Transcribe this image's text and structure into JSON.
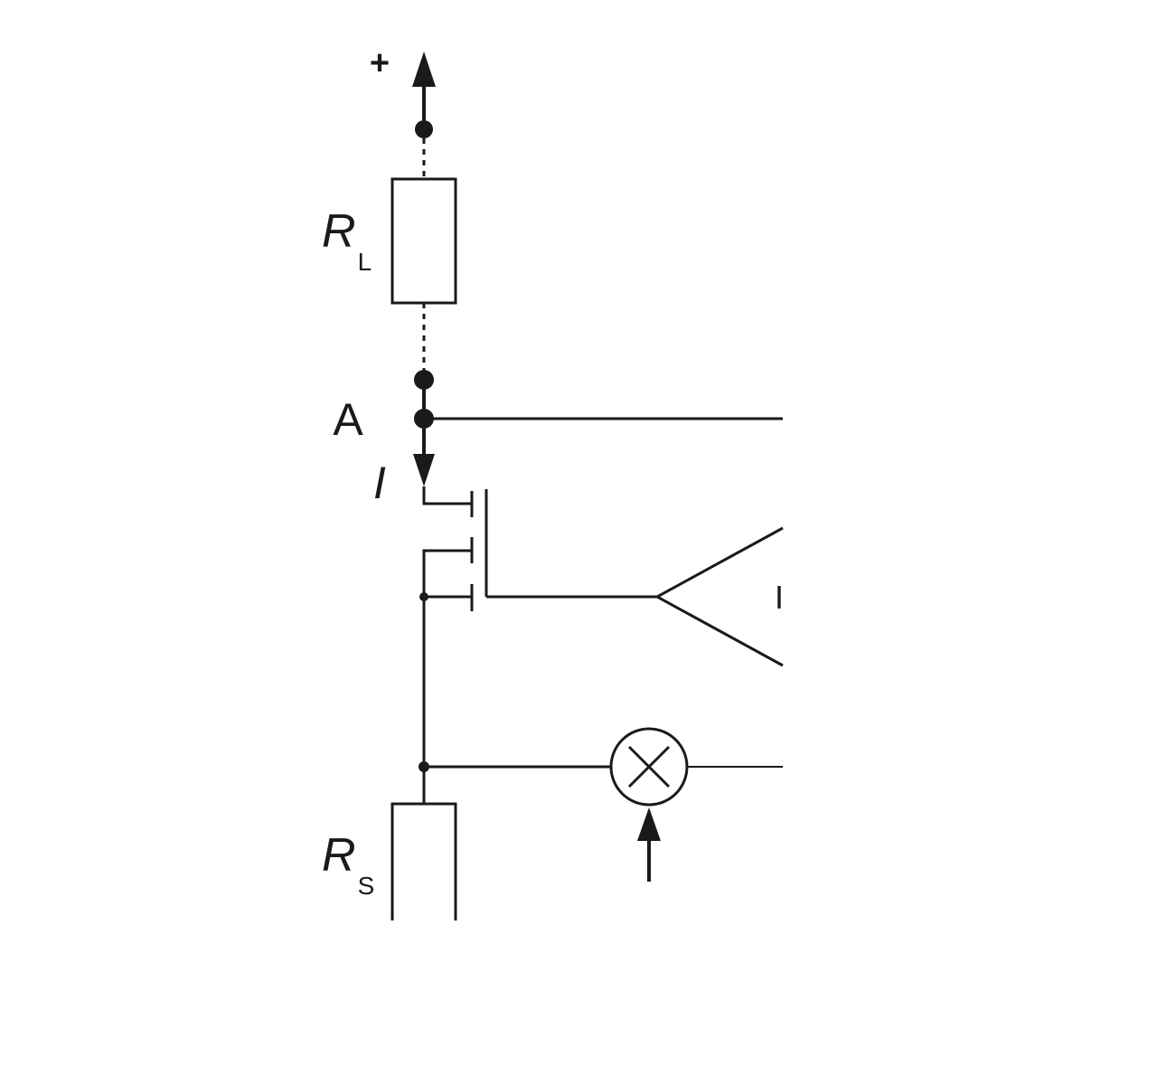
{
  "labels": {
    "supply": "+",
    "load_resistor": {
      "symbol": "R",
      "subscript": "L"
    },
    "node": "A",
    "current": "I",
    "sense_resistor": {
      "symbol": "R",
      "subscript": "S"
    },
    "amplifier_partial": "I"
  },
  "colors": {
    "ink": "#1a1a1a",
    "background": "#ffffff"
  }
}
